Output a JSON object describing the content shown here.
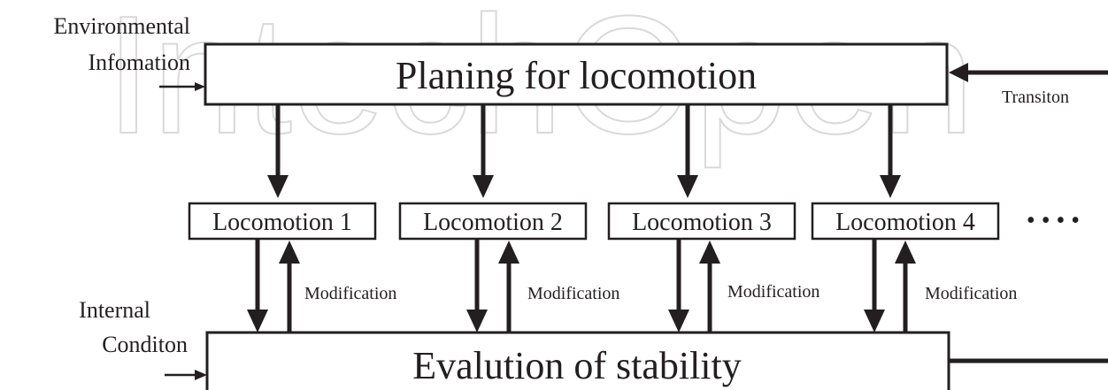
{
  "watermark": "IntechOpen",
  "top_box": {
    "label": "Planing for locomotion"
  },
  "bottom_box": {
    "label": "Evalution of stability"
  },
  "inputs": {
    "env_line1": "Environmental",
    "env_line2": "Infomation",
    "internal_line1": "Internal",
    "internal_line2": "Conditon",
    "transition": "Transiton"
  },
  "locomotions": [
    {
      "label": "Locomotion 1",
      "feedback": "Modification"
    },
    {
      "label": "Locomotion 2",
      "feedback": "Modification"
    },
    {
      "label": "Locomotion 3",
      "feedback": "Modification"
    },
    {
      "label": "Locomotion 4",
      "feedback": "Modification"
    }
  ],
  "ellipsis": "• • • •",
  "colors": {
    "ink": "#231f20",
    "watermark": "#d9d9d9"
  }
}
